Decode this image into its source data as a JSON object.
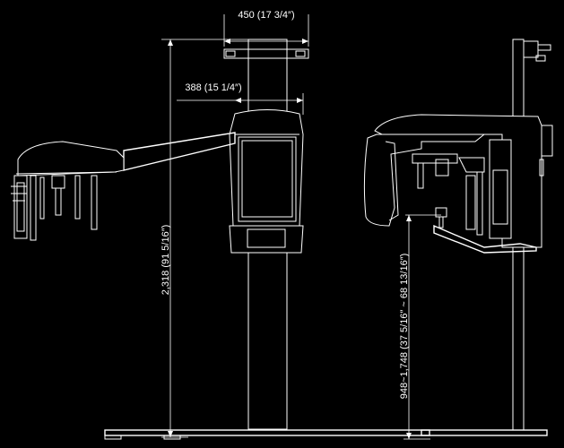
{
  "dimensions": {
    "top_width": "450 (17 3/4″)",
    "head_width": "388 (15 1/4″)",
    "total_height": "2,318 (91 5/16″)",
    "chin_height_range": "948~1,748 (37 5/16″ ~ 68 13/16″)"
  },
  "colors": {
    "background": "#000000",
    "line": "#ffffff"
  }
}
